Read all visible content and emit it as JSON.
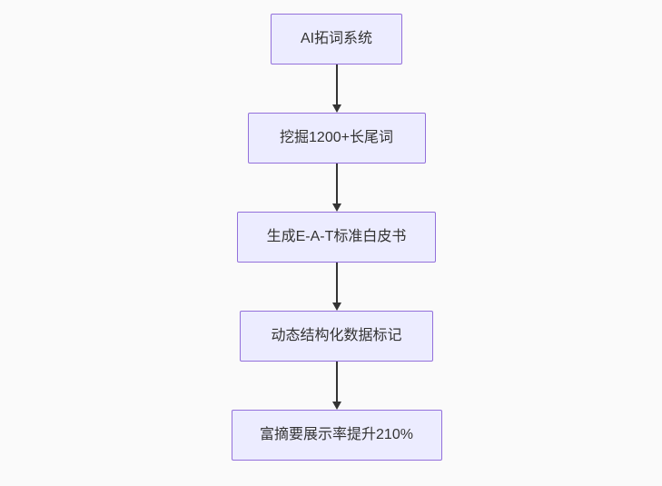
{
  "diagram": {
    "type": "flowchart",
    "direction": "top-down",
    "colors": {
      "background": "#FAFAFA",
      "node_fill": "#ECECFF",
      "node_border": "#9370DB",
      "edge_line": "#333333",
      "text": "#333333"
    },
    "nodes": [
      {
        "id": "A",
        "label": "AI拓词系统"
      },
      {
        "id": "B",
        "label": "挖掘1200+长尾词"
      },
      {
        "id": "C",
        "label": "生成E-A-T标准白皮书"
      },
      {
        "id": "D",
        "label": "动态结构化数据标记"
      },
      {
        "id": "E",
        "label": "富摘要展示率提升210%"
      }
    ],
    "edges": [
      {
        "from": "A",
        "to": "B"
      },
      {
        "from": "B",
        "to": "C"
      },
      {
        "from": "C",
        "to": "D"
      },
      {
        "from": "D",
        "to": "E"
      }
    ]
  }
}
